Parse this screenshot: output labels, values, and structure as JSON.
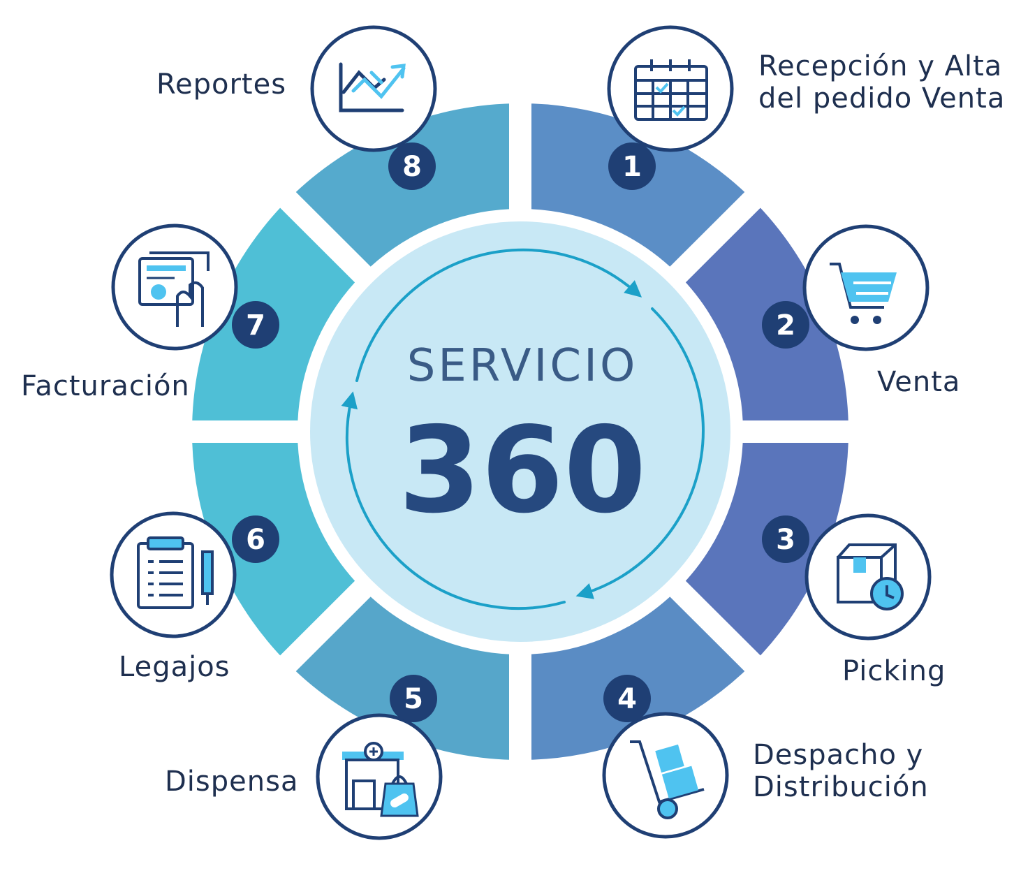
{
  "center": {
    "title": "SERVICIO",
    "number": "360"
  },
  "colors": {
    "center_fill": "#c8e8f5",
    "arrow": "#1ba0c8",
    "navy": "#1f3f74",
    "icon_light": "#4fc3f0",
    "text": "#1e2f4f",
    "ring_gradient": [
      "#4fbfd6",
      "#5a68b4"
    ]
  },
  "steps": [
    {
      "number": "1",
      "label": "Recepción y Alta\ndel pedido Venta",
      "icon": "calendar-icon"
    },
    {
      "number": "2",
      "label": "Venta",
      "icon": "cart-icon"
    },
    {
      "number": "3",
      "label": "Picking",
      "icon": "box-clock-icon"
    },
    {
      "number": "4",
      "label": "Despacho y\nDistribución",
      "icon": "hand-truck-icon"
    },
    {
      "number": "5",
      "label": "Dispensa",
      "icon": "pharmacy-icon"
    },
    {
      "number": "6",
      "label": "Legajos",
      "icon": "clipboard-icon"
    },
    {
      "number": "7",
      "label": "Facturación",
      "icon": "invoice-icon"
    },
    {
      "number": "8",
      "label": "Reportes",
      "icon": "chart-icon"
    }
  ]
}
